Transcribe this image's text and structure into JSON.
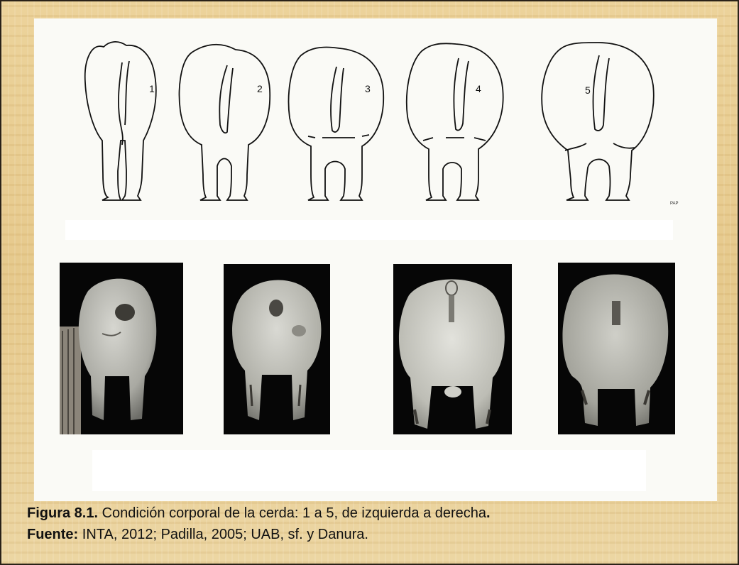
{
  "drawing": {
    "numbers": [
      "1",
      "2",
      "3",
      "4",
      "5"
    ],
    "signature": "PAP"
  },
  "caption": {
    "line1_bold": "Figura 8.1.",
    "line1_text": " Condición corporal de la cerda: 1 a 5, de izquierda a derecha",
    "line1_end": ".",
    "line2_bold": "Fuente:",
    "line2_text": " INTA, 2012; Padilla, 2005; UAB, sf. y Danura."
  },
  "colors": {
    "background": "#e6c98c",
    "frame_border": "#2a2218",
    "paper": "#fafaf6",
    "line_art": "#111111",
    "photo_background": "#060606"
  },
  "icons": [
    "pig-outline-drawing",
    "pig-photo"
  ]
}
